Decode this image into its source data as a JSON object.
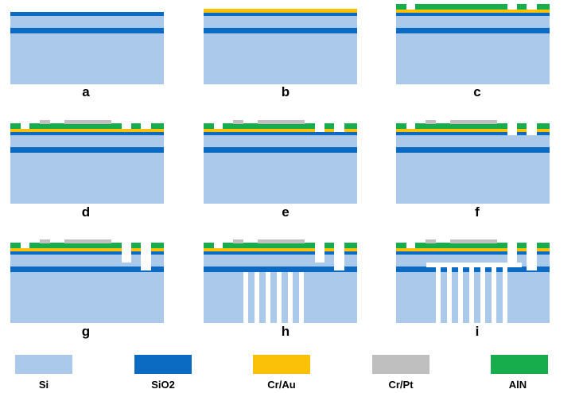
{
  "colors": {
    "si": "#aac9eb",
    "sio2": "#0b6bc3",
    "crau": "#fbc008",
    "crpt": "#bfbfbf",
    "aln": "#17ad4d",
    "background": "#ffffff"
  },
  "panels": [
    {
      "label": "a"
    },
    {
      "label": "b"
    },
    {
      "label": "c"
    },
    {
      "label": "d"
    },
    {
      "label": "e"
    },
    {
      "label": "f"
    },
    {
      "label": "g"
    },
    {
      "label": "h"
    },
    {
      "label": "i"
    }
  ],
  "legend": [
    {
      "label": "Si",
      "color": "#aac9eb"
    },
    {
      "label": "SiO2",
      "color": "#0b6bc3"
    },
    {
      "label": "Cr/Au",
      "color": "#fbc008"
    },
    {
      "label": "Cr/Pt",
      "color": "#bfbfbf"
    },
    {
      "label": "AlN",
      "color": "#17ad4d"
    }
  ]
}
